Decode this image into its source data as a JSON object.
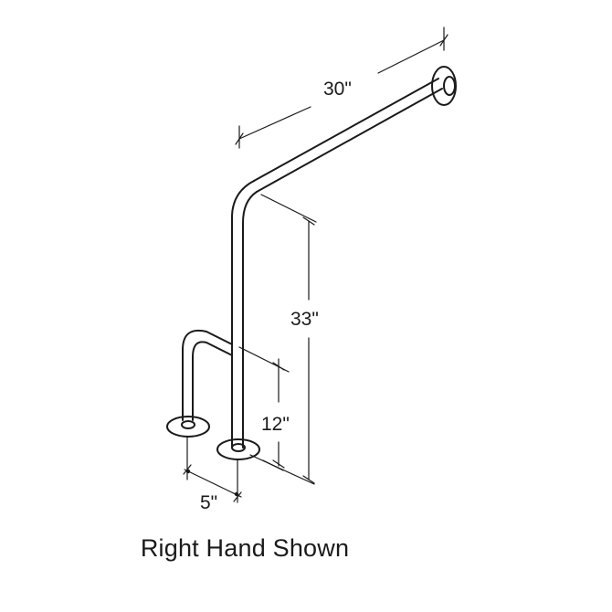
{
  "dimensions": {
    "width_label": "30\"",
    "height_label": "33\"",
    "leg_height_label": "12\"",
    "leg_spacing_label": "5\""
  },
  "caption": "Right Hand Shown",
  "colors": {
    "line": "#1a1a1a",
    "background": "#ffffff"
  }
}
